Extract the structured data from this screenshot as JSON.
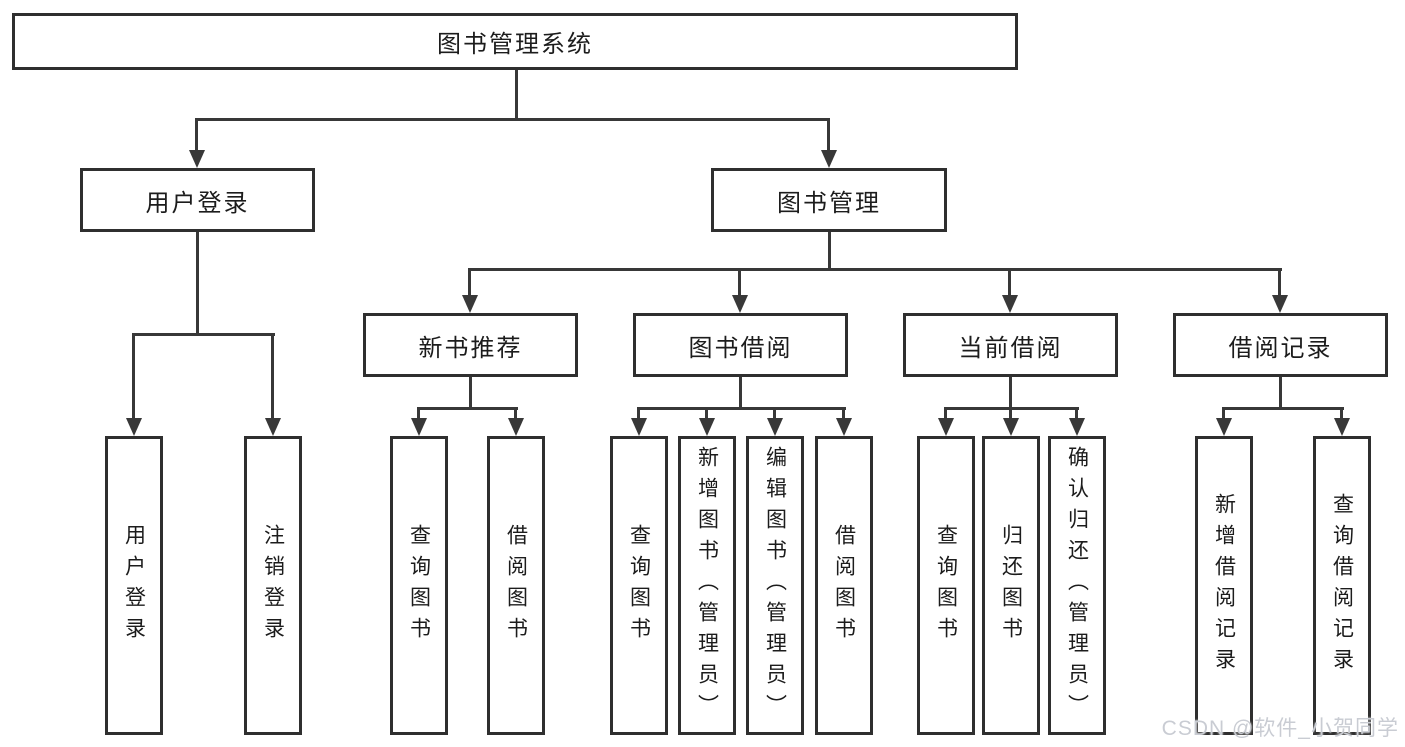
{
  "diagram": {
    "type": "hierarchy-tree",
    "title": "图书管理系统",
    "colors": {
      "background": "#ffffff",
      "line": "#383838",
      "box_border": "#2f2f2f",
      "text": "#1c1c1c",
      "watermark": "#c9ccd3"
    },
    "nodes": {
      "root": {
        "label": "图书管理系统"
      },
      "user_login": {
        "label": "用户登录"
      },
      "book_mgmt": {
        "label": "图书管理"
      },
      "new_book_rec": {
        "label": "新书推荐"
      },
      "book_borrow": {
        "label": "图书借阅"
      },
      "current_borrow": {
        "label": "当前借阅"
      },
      "borrow_record": {
        "label": "借阅记录"
      },
      "leaf_user_login": {
        "label": "用户登录"
      },
      "leaf_logout": {
        "label": "注销登录"
      },
      "leaf_rec_query": {
        "label": "查询图书"
      },
      "leaf_rec_borrow": {
        "label": "借阅图书"
      },
      "leaf_bb_query": {
        "label": "查询图书"
      },
      "leaf_bb_add": {
        "label": "新增图书（管理员）"
      },
      "leaf_bb_edit": {
        "label": "编辑图书（管理员）"
      },
      "leaf_bb_borrow": {
        "label": "借阅图书"
      },
      "leaf_cb_query": {
        "label": "查询图书"
      },
      "leaf_cb_return": {
        "label": "归还图书"
      },
      "leaf_cb_confirm": {
        "label": "确认归还（管理员）"
      },
      "leaf_br_add": {
        "label": "新增借阅记录"
      },
      "leaf_br_query": {
        "label": "查询借阅记录"
      }
    },
    "hierarchy": [
      {
        "parent": "图书管理系统",
        "children": [
          "用户登录",
          "图书管理"
        ]
      },
      {
        "parent": "用户登录",
        "children": [
          "用户登录",
          "注销登录"
        ]
      },
      {
        "parent": "图书管理",
        "children": [
          "新书推荐",
          "图书借阅",
          "当前借阅",
          "借阅记录"
        ]
      },
      {
        "parent": "新书推荐",
        "children": [
          "查询图书",
          "借阅图书"
        ]
      },
      {
        "parent": "图书借阅",
        "children": [
          "查询图书",
          "新增图书（管理员）",
          "编辑图书（管理员）",
          "借阅图书"
        ]
      },
      {
        "parent": "当前借阅",
        "children": [
          "查询图书",
          "归还图书",
          "确认归还（管理员）"
        ]
      },
      {
        "parent": "借阅记录",
        "children": [
          "新增借阅记录",
          "查询借阅记录"
        ]
      }
    ],
    "watermark": "CSDN @软件_小贺同学"
  }
}
